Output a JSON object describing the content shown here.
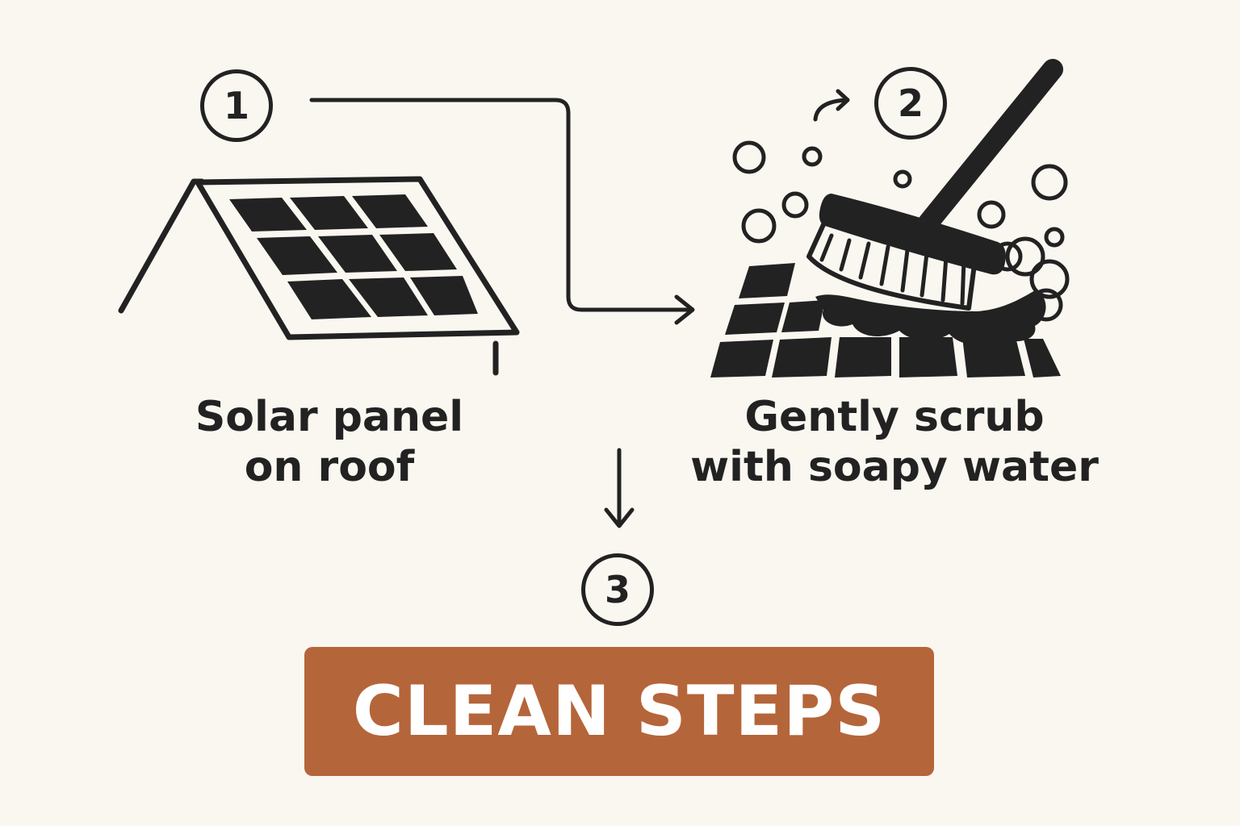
{
  "colors": {
    "background": "#FAF7F1",
    "ink": "#222222",
    "accent": "#B5653A",
    "banner_text": "#FFFFFF"
  },
  "steps": [
    {
      "number": "1",
      "caption_lines": [
        "Solar panel",
        "on roof"
      ],
      "icon": "solar-panel-on-roof-icon"
    },
    {
      "number": "2",
      "caption_lines": [
        "Gently scrub",
        "with soapy water"
      ],
      "icon": "scrub-brush-with-bubbles-icon"
    },
    {
      "number": "3",
      "caption_lines": [],
      "icon": ""
    }
  ],
  "title": {
    "text": "CLEAN STEPS"
  }
}
